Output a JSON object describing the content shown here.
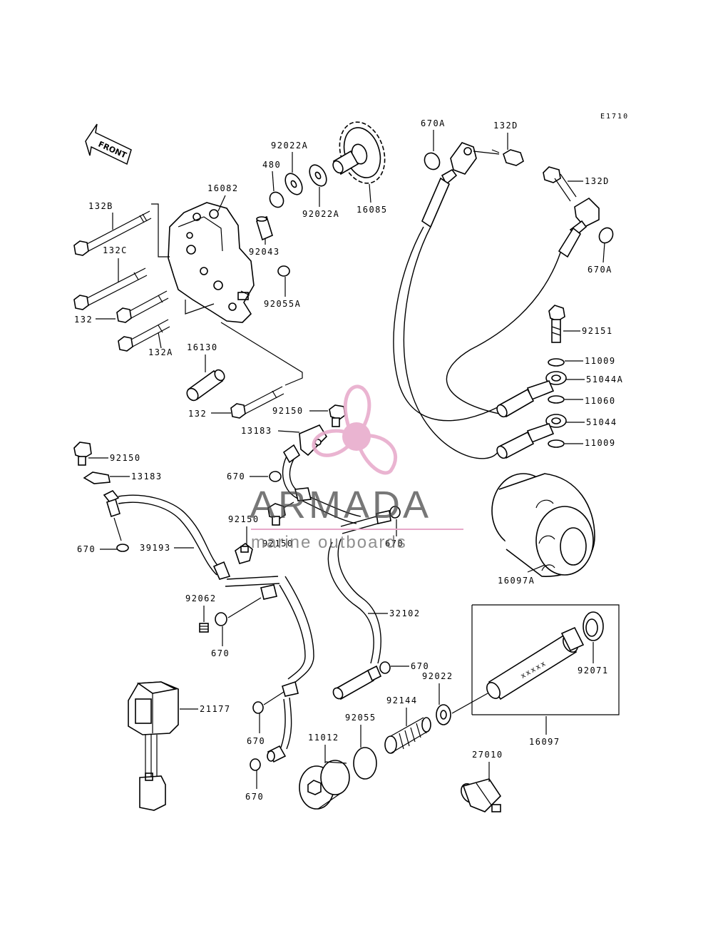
{
  "diagram": {
    "code": "E1710",
    "front_label": "FRONT",
    "labels": {
      "p670A_top": "670A",
      "p132D_top": "132D",
      "p132D_right": "132D",
      "p670A_right": "670A",
      "p92022A_top": "92022A",
      "p480": "480",
      "p16082": "16082",
      "p92022A_bot": "92022A",
      "p16085": "16085",
      "p132B": "132B",
      "p132C": "132C",
      "p92043": "92043",
      "p92055A": "92055A",
      "p132": "132",
      "p132A": "132A",
      "p16130": "16130",
      "p132_low": "132",
      "p92150_a": "92150",
      "p13183_a": "13183",
      "p92151": "92151",
      "p11009_a": "11009",
      "p51044A": "51044A",
      "p11060": "11060",
      "p51044": "51044",
      "p11009_b": "11009",
      "p92150_b": "92150",
      "p13183_b": "13183",
      "p670_a": "670",
      "p92150_c": "92150",
      "p92150_d": "92150",
      "p670_b": "670",
      "p670_c": "670",
      "p39193": "39193",
      "p16097A": "16097A",
      "p92062": "92062",
      "p670_d": "670",
      "p32102": "32102",
      "p670_e": "670",
      "p92022": "92022",
      "p92071": "92071",
      "p21177": "21177",
      "p92144": "92144",
      "p92055": "92055",
      "p11012": "11012",
      "p670_f": "670",
      "p16097": "16097",
      "p27010": "27010",
      "p670_g": "670"
    }
  },
  "watermark": {
    "title": "ARMADA",
    "subtitle": "marine outboards",
    "accent_color": "#e7a8c9"
  }
}
